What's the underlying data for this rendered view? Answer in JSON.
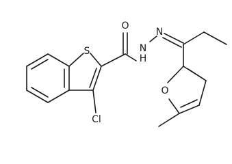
{
  "atoms": {
    "sulfur": "S",
    "carbonyl_oxygen": "O",
    "amide_nh": "N",
    "amide_h": "H",
    "imine_n": "N",
    "chlorine": "Cl",
    "furan_oxygen": "O"
  }
}
